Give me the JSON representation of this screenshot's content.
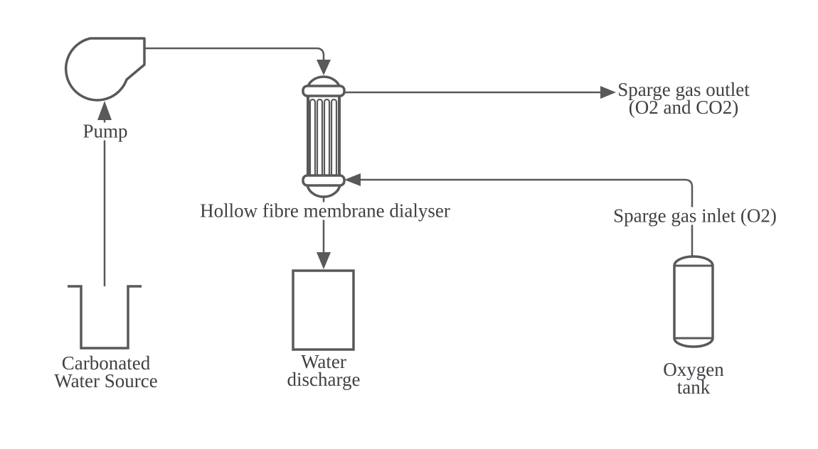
{
  "colors": {
    "line": "#58595b",
    "text": "#3f4145",
    "background": "#ffffff"
  },
  "labels": {
    "pump": "Pump",
    "carbonated_source": {
      "line1": "Carbonated",
      "line2": "Water Source"
    },
    "dialyser": "Hollow fibre membrane dialyser",
    "water_discharge": {
      "line1": "Water",
      "line2": "discharge"
    },
    "sparge_outlet": {
      "line1": "Sparge gas outlet",
      "line2": "(O2 and CO2)"
    },
    "sparge_inlet": "Sparge gas inlet (O2)",
    "oxygen_tank": {
      "line1": "Oxygen",
      "line2": "tank"
    }
  }
}
